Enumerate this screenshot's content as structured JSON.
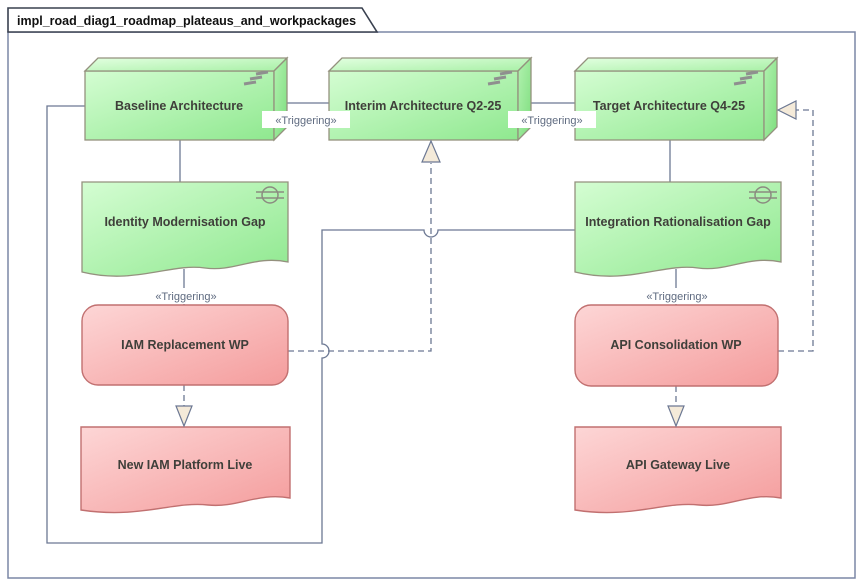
{
  "diagram_title": "impl_road_diag1_roadmap_plateaus_and_workpackages",
  "plateaus": [
    {
      "label": "Baseline Architecture"
    },
    {
      "label": "Interim Architecture Q2-25"
    },
    {
      "label": "Target Architecture Q4-25"
    }
  ],
  "gaps": [
    {
      "label": "Identity Modernisation Gap"
    },
    {
      "label": "Integration Rationalisation Gap"
    }
  ],
  "work_packages": [
    {
      "label": "IAM Replacement WP"
    },
    {
      "label": "API Consolidation WP"
    }
  ],
  "deliverables": [
    {
      "label": "New IAM Platform Live"
    },
    {
      "label": "API Gateway Live"
    }
  ],
  "connector_labels": [
    {
      "text": "«Triggering»"
    },
    {
      "text": "«Triggering»"
    },
    {
      "text": "«Triggering»"
    },
    {
      "text": "«Triggering»"
    }
  ],
  "colors": {
    "plateau_fill_light": "#d4fdd2",
    "plateau_fill_dark": "#8fe88f",
    "work_package_fill_light": "#fdd6d6",
    "work_package_fill_dark": "#f49c9c",
    "connector": "#6c7893",
    "frame_border": "#7b87a5",
    "element_text": "#3f3f3a",
    "arrowhead_fill": "#f4ead9"
  }
}
